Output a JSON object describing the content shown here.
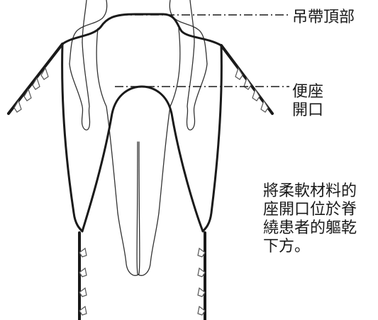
{
  "labels": {
    "sling_top": "吊帶頂部",
    "seat_opening_line1": "便座",
    "seat_opening_line2": "開口"
  },
  "description": {
    "lines": [
      "將柔軟材料的",
      "座開口位於脊",
      "繞患者的軀乾",
      "下方。"
    ]
  },
  "colors": {
    "line": "#1a1a1a",
    "background": "#ffffff"
  }
}
